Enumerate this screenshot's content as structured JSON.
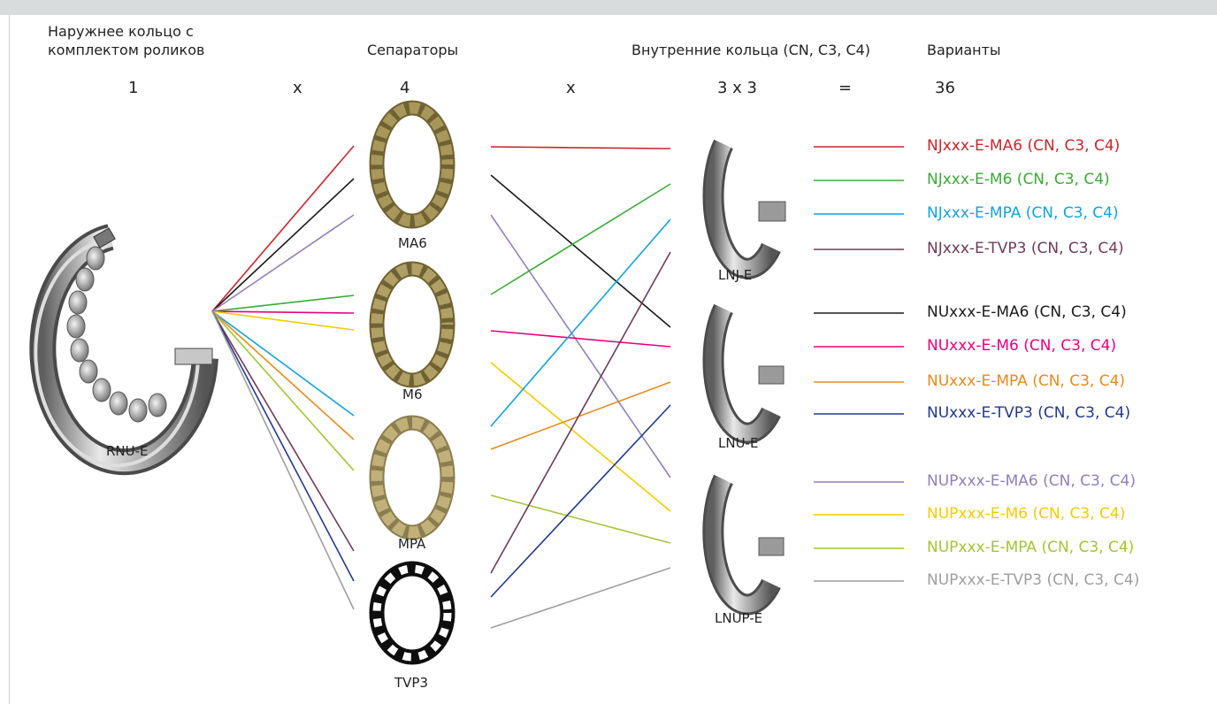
{
  "headers": {
    "outer_line1": "Наружнее кольцо с",
    "outer_line2": "комплектом роликов",
    "cages": "Сепараторы",
    "inner": "Внутренние кольца (CN, C3, C4)",
    "variants": "Варианты"
  },
  "counts": {
    "outer": "1",
    "x1": "x",
    "cages": "4",
    "x2": "x",
    "inner": "3 x 3",
    "equals": "=",
    "total": "36"
  },
  "parts": {
    "outer_ring": "RNU-E",
    "cage_1": "MA6",
    "cage_2": "M6",
    "cage_3": "MPA",
    "cage_4": "TVP3",
    "inner_1": "LNJ-E",
    "inner_2": "LNU-E",
    "inner_3": "LNUP-E"
  },
  "colors": {
    "MA6_NJ": "#c9252c",
    "MA6_NU": "#1a1a1a",
    "MA6_NUP": "#8f80b8",
    "M6_NJ": "#3aaa35",
    "M6_NU": "#e5007e",
    "M6_NUP": "#f2cc00",
    "MPA_NJ": "#12a3dc",
    "MPA_NU": "#e88a1c",
    "MPA_NUP": "#a3c434",
    "TVP3_NJ": "#6e3b57",
    "TVP3_NU": "#22388c",
    "TVP3_NUP": "#9e9e9e",
    "outer_ring": "#bdbdbd",
    "cage_brass": "#a8975a",
    "cage_poly": "#1a1a1a",
    "inner_ring": "#a8a8a8"
  },
  "icons": {
    "outer_ring": "cylindrical-roller-bearing-outer-ring-icon",
    "cage_brass": "brass-cage-icon",
    "cage_poly": "polyamide-cage-icon",
    "inner_ring": "inner-ring-icon"
  },
  "variants": [
    {
      "text": "NJxxx-E-MA6 (CN, C3, C4)",
      "color": "#c9252c"
    },
    {
      "text": "NJxxx-E-M6 (CN, C3, C4)",
      "color": "#3aaa35"
    },
    {
      "text": "NJxxx-E-MPA (CN, C3, C4)",
      "color": "#12a3dc"
    },
    {
      "text": "NJxxx-E-TVP3 (CN, C3, C4)",
      "color": "#6e3b57"
    },
    {
      "text": "NUxxx-E-MA6 (CN, C3, C4)",
      "color": "#1a1a1a"
    },
    {
      "text": "NUxxx-E-M6 (CN, C3, C4)",
      "color": "#e5007e"
    },
    {
      "text": "NUxxx-E-MPA (CN, C3, C4)",
      "color": "#e88a1c"
    },
    {
      "text": "NUxxx-E-TVP3 (CN, C3, C4)",
      "color": "#22388c"
    },
    {
      "text": "NUPxxx-E-MA6 (CN, C3, C4)",
      "color": "#8f80b8"
    },
    {
      "text": "NUPxxx-E-M6 (CN, C3, C4)",
      "color": "#f2cc00"
    },
    {
      "text": "NUPxxx-E-MPA (CN, C3, C4)",
      "color": "#a3c434"
    },
    {
      "text": "NUPxxx-E-TVP3 (CN, C3, C4)",
      "color": "#9e9e9e"
    }
  ]
}
